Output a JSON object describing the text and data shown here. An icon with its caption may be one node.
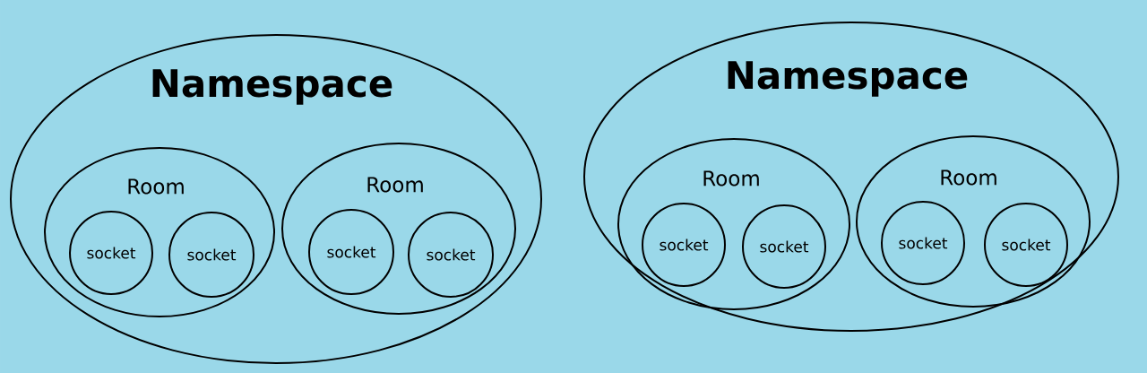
{
  "diagram": {
    "nodes": [
      {
        "text": [
          "Namespace"
        ]
      },
      {
        "text": [
          "Room"
        ],
        "in": 0
      },
      {
        "text": [
          "socket"
        ],
        "in": 1
      },
      {
        "text": [
          "socket"
        ],
        "in": 1
      },
      {
        "text": [
          "Room"
        ],
        "in": 0
      },
      {
        "text": [
          "socket"
        ],
        "in": 4
      },
      {
        "text": [
          "socket"
        ],
        "in": 4
      },
      {
        "text": [
          "Namespace"
        ]
      },
      {
        "text": [
          "Room"
        ],
        "in": 7
      },
      {
        "text": [
          "socket"
        ],
        "in": 8
      },
      {
        "text": [
          "socket"
        ],
        "in": 8
      },
      {
        "text": [
          "Room"
        ],
        "in": 7
      },
      {
        "text": [
          "socket"
        ],
        "in": 11
      },
      {
        "text": [
          "socket"
        ],
        "in": 11
      }
    ]
  }
}
